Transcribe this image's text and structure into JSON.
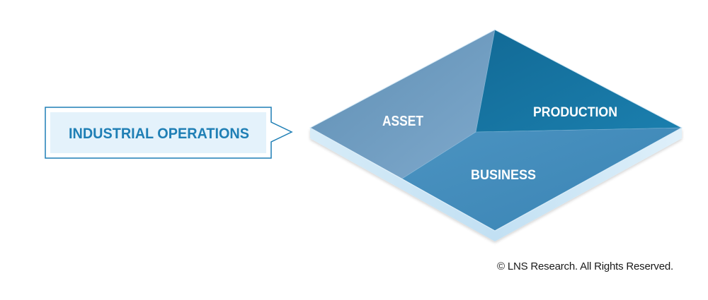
{
  "diagram": {
    "callout": {
      "label": "INDUSTRIAL OPERATIONS"
    },
    "segments": {
      "asset": "ASSET",
      "production": "PRODUCTION",
      "business": "BUSINESS"
    },
    "colors": {
      "asset": "#6f9fc3",
      "production": "#17739f",
      "business": "#3f88b7",
      "edge": "#cfe6f5",
      "callout_border": "#1f7fb5",
      "callout_text": "#1f7fb5"
    }
  },
  "footer": {
    "copyright": "© LNS Research. All Rights Reserved."
  }
}
